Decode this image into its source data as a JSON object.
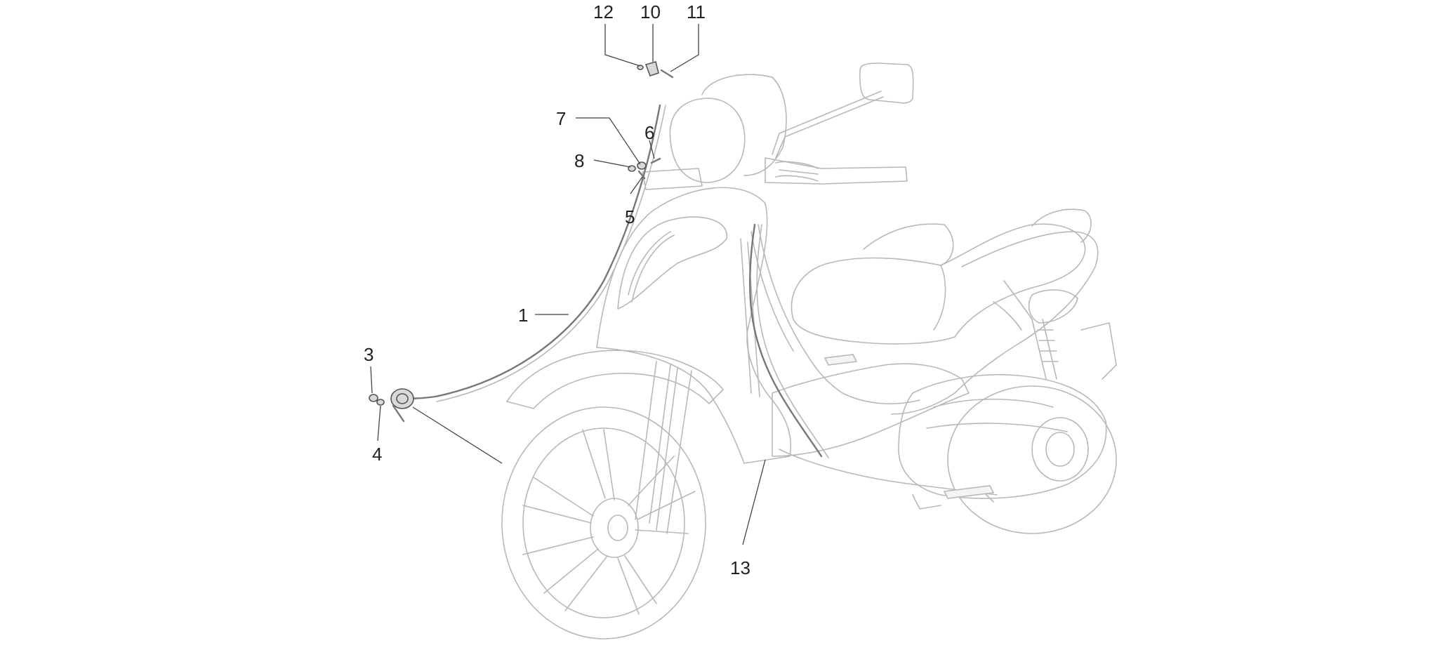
{
  "diagram": {
    "callouts": [
      {
        "id": "c12",
        "label": "12"
      },
      {
        "id": "c10",
        "label": "10"
      },
      {
        "id": "c11",
        "label": "11"
      },
      {
        "id": "c7",
        "label": "7"
      },
      {
        "id": "c6",
        "label": "6"
      },
      {
        "id": "c8",
        "label": "8"
      },
      {
        "id": "c5",
        "label": "5"
      },
      {
        "id": "c1",
        "label": "1"
      },
      {
        "id": "c3",
        "label": "3"
      },
      {
        "id": "c4",
        "label": "4"
      },
      {
        "id": "c13",
        "label": "13"
      }
    ]
  }
}
